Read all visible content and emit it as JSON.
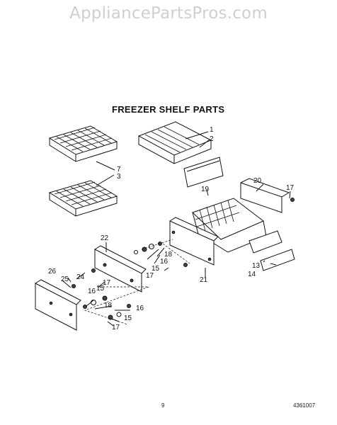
{
  "watermark": "AppliancePartsPros.com",
  "title": "FREEZER SHELF PARTS",
  "footer": {
    "page_number": "9",
    "doc_code": "4361007"
  },
  "callouts": [
    "1",
    "2",
    "7",
    "3",
    "19",
    "20",
    "17",
    "22",
    "16",
    "18",
    "15",
    "17",
    "26",
    "25",
    "24",
    "13",
    "14",
    "21",
    "17",
    "16",
    "15",
    "18",
    "16",
    "15",
    "17"
  ]
}
